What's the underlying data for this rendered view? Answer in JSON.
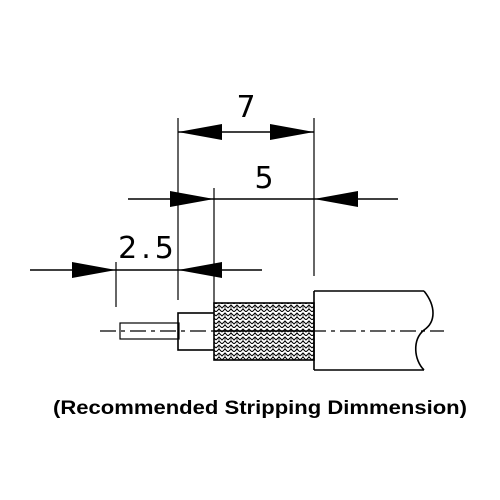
{
  "dimensions": {
    "outer": "7",
    "middle": "5",
    "inner": "2.5"
  },
  "caption": "(Recommended Stripping Dimmension)",
  "colors": {
    "line": "#000000",
    "background": "#ffffff"
  }
}
